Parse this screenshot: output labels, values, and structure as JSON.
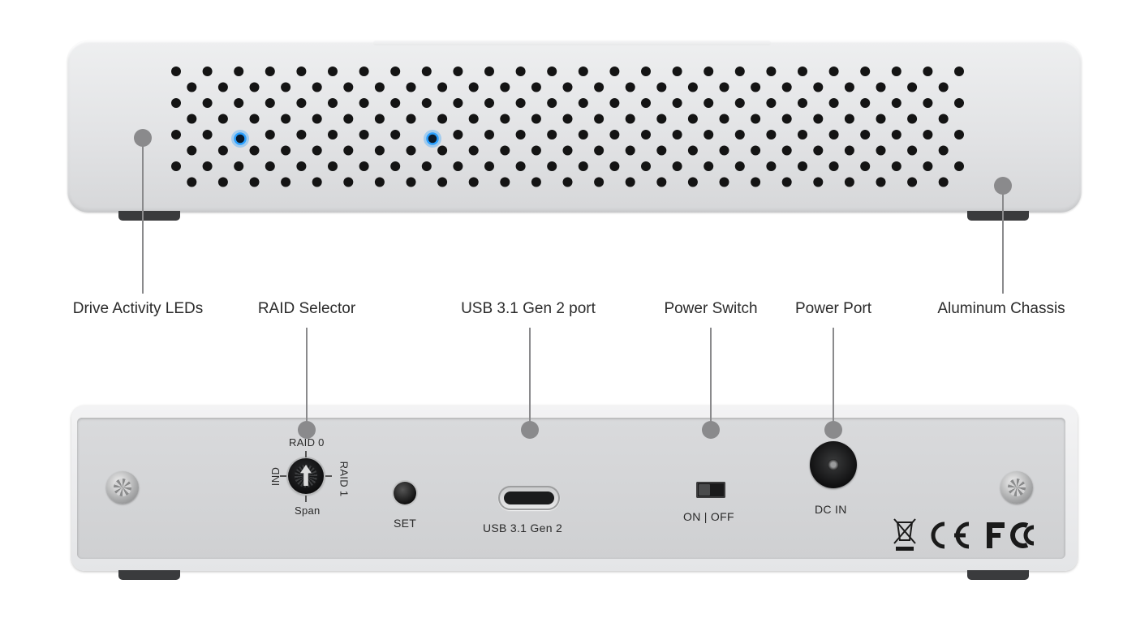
{
  "callouts": {
    "drive_activity_leds": "Drive Activity LEDs",
    "raid_selector": "RAID Selector",
    "usb_port": "USB 3.1 Gen 2 port",
    "power_switch": "Power Switch",
    "power_port": "Power Port",
    "aluminum_chassis": "Aluminum Chassis"
  },
  "panel_labels": {
    "raid_0": "RAID 0",
    "raid_1": "RAID 1",
    "ind": "IND",
    "span": "Span",
    "set": "SET",
    "usb": "USB 3.1 Gen 2",
    "on_off": "ON | OFF",
    "dc_in": "DC IN"
  },
  "certification_marks": [
    "weee-bin-icon",
    "ce-mark",
    "fcc-mark"
  ],
  "colors": {
    "led_blue": "#2aa0ff",
    "callout_line": "#8a8a8c",
    "chassis": "#e2e3e5"
  }
}
